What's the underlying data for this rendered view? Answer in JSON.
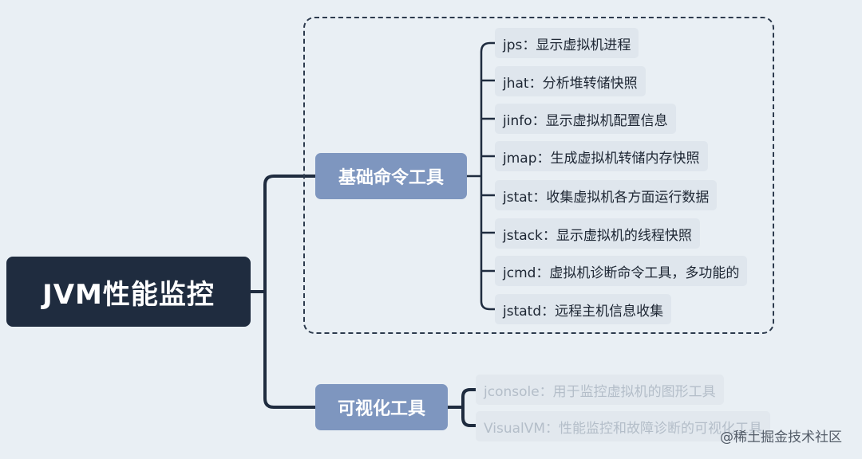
{
  "root": {
    "label": "JVM性能监控"
  },
  "branches": [
    {
      "label": "基础命令工具",
      "children": [
        "jps：显示虚拟机进程",
        "jhat：分析堆转储快照",
        "jinfo：显示虚拟机配置信息",
        "jmap：生成虚拟机转储内存快照",
        "jstat：收集虚拟机各方面运行数据",
        "jstack：显示虚拟机的线程快照",
        "jcmd：虚拟机诊断命令工具，多功能的",
        "jstatd：远程主机信息收集"
      ]
    },
    {
      "label": "可视化工具",
      "children": [
        "jconsole：用于监控虚拟机的图形工具",
        "VisualVM：性能监控和故障诊断的可视化工具"
      ]
    }
  ],
  "watermark": "@稀土掘金技术社区",
  "colors": {
    "background": "#e9eff4",
    "root": "#1f2c3f",
    "branch": "#7e96bf",
    "leaf": "#dfe6ed",
    "line": "#1f2c3f"
  }
}
